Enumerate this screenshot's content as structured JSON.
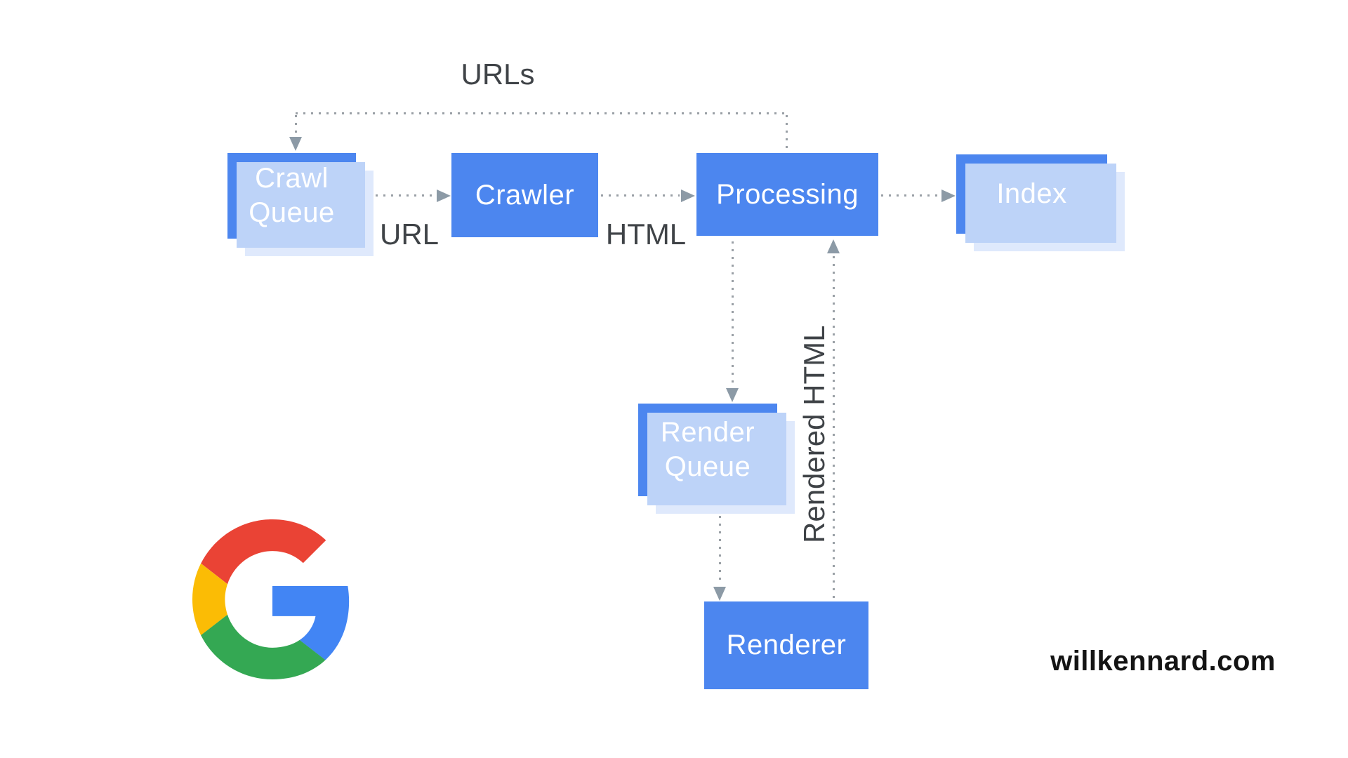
{
  "diagram": {
    "nodes": {
      "crawl_queue": "Crawl Queue",
      "crawler": "Crawler",
      "processing": "Processing",
      "index": "Index",
      "render_queue": "Render Queue",
      "renderer": "Renderer"
    },
    "edge_labels": {
      "urls": "URLs",
      "url": "URL",
      "html": "HTML",
      "rendered_html": "Rendered HTML"
    },
    "edges": [
      {
        "from": "crawl_queue",
        "to": "crawler",
        "label": "URL"
      },
      {
        "from": "crawler",
        "to": "processing",
        "label": "HTML"
      },
      {
        "from": "processing",
        "to": "index",
        "label": ""
      },
      {
        "from": "processing",
        "to": "crawl_queue",
        "label": "URLs"
      },
      {
        "from": "processing",
        "to": "render_queue",
        "label": ""
      },
      {
        "from": "render_queue",
        "to": "renderer",
        "label": ""
      },
      {
        "from": "renderer",
        "to": "processing",
        "label": "Rendered HTML"
      }
    ]
  },
  "footer": {
    "website": "willkennard.com"
  },
  "logo": {
    "icon": "google-g-logo"
  },
  "colors": {
    "node_blue": "#4c86ef",
    "node_shadow_1": "#bdd3f8",
    "node_shadow_2": "#dfe9fc",
    "dot_gray": "#9aa0a6",
    "arrow_gray": "#8c9aa6",
    "label_gray": "#3f4347",
    "credit_black": "#141414",
    "google_red": "#EA4335",
    "google_yellow": "#FBBC05",
    "google_green": "#34A853",
    "google_blue": "#4285F4"
  }
}
